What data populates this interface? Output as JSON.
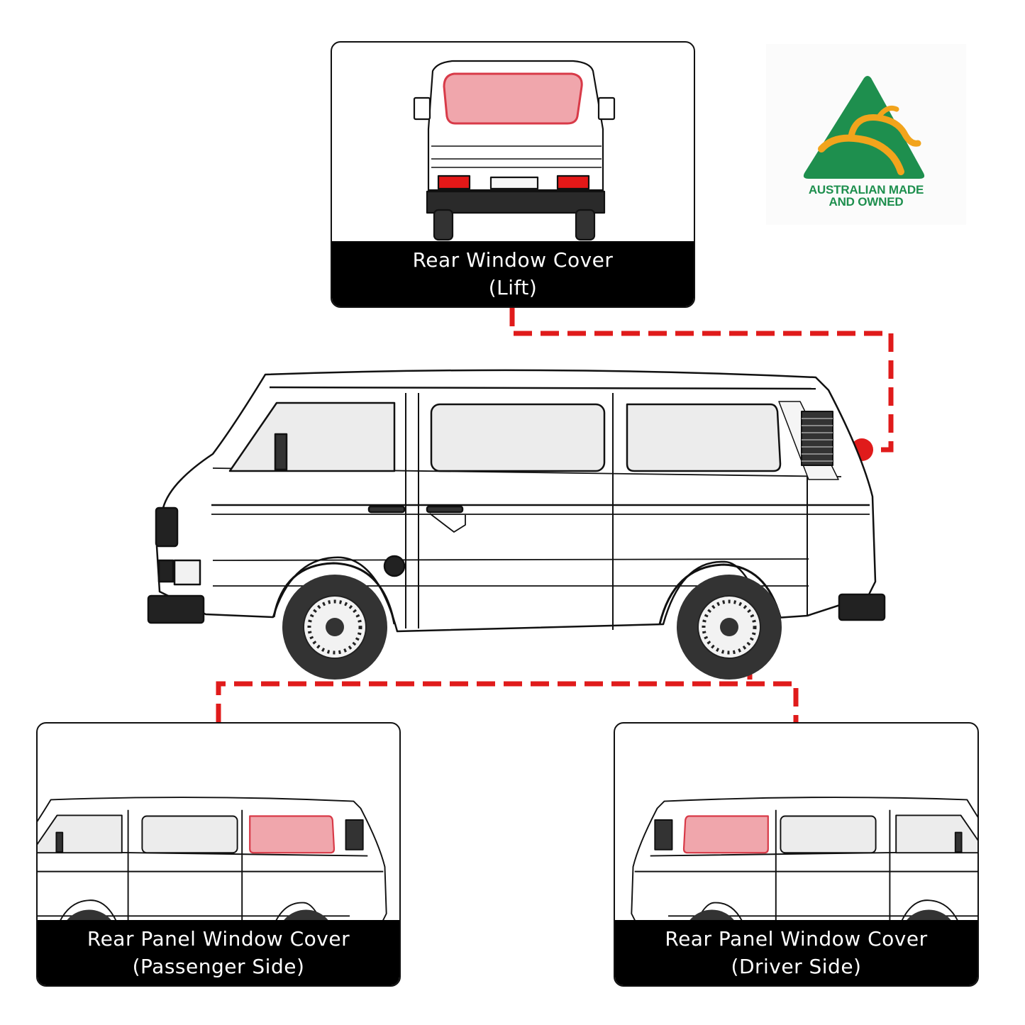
{
  "cards": {
    "top": {
      "line1": "Rear Window Cover",
      "line2": "(Lift)"
    },
    "left": {
      "line1": "Rear Panel Window Cover",
      "line2": "(Passenger Side)"
    },
    "right": {
      "line1": "Rear Panel Window Cover",
      "line2": "(Driver Side)"
    }
  },
  "badge": {
    "line1": "AUSTRALIAN MADE",
    "line2": "AND OWNED",
    "icon": "kangaroo-icon"
  },
  "colors": {
    "connector": "#e01b1b",
    "highlight_fill": "#f0a6ac",
    "highlight_stroke": "#d83a48",
    "caption_bg": "#000000",
    "badge_green": "#1e8f4e",
    "badge_gold": "#f2a41c"
  }
}
